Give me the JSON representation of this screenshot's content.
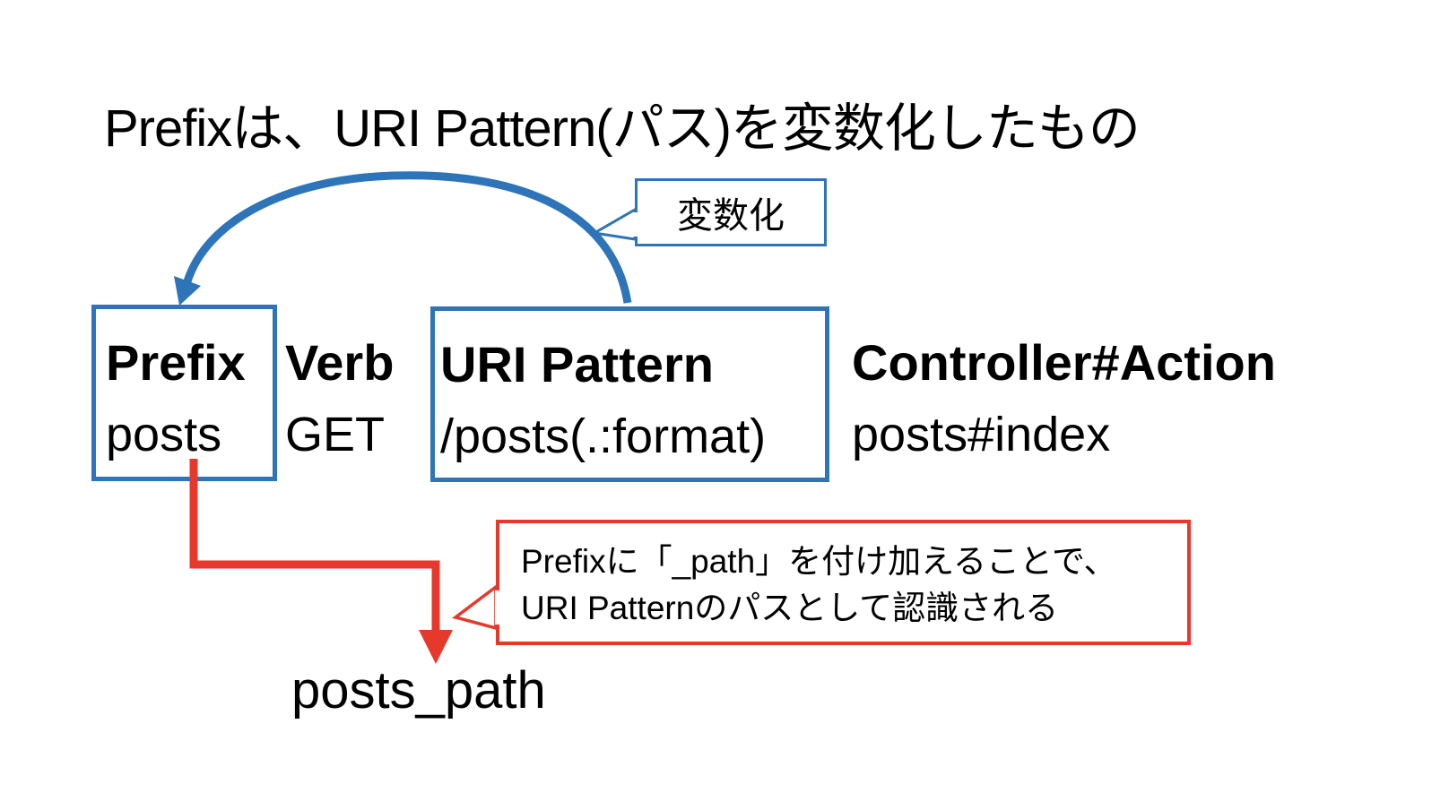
{
  "colors": {
    "blue": "#2e74b8",
    "red": "#e6392b",
    "text": "#000000"
  },
  "title": "Prefixは、URI Pattern(パス)を変数化したもの",
  "callout_top": {
    "label": "変数化"
  },
  "route_table": {
    "columns": [
      {
        "header": "Prefix",
        "value": "posts",
        "boxed": true
      },
      {
        "header": "Verb",
        "value": "GET",
        "boxed": false
      },
      {
        "header": "URI Pattern",
        "value": "/posts(.:format)",
        "boxed": true
      },
      {
        "header": "Controller#Action",
        "value": "posts#index",
        "boxed": false
      }
    ]
  },
  "callout_bottom": {
    "line1": "Prefixに「_path」を付け加えることで、",
    "line2": "URI Patternのパスとして認識される"
  },
  "result_label": "posts_path"
}
